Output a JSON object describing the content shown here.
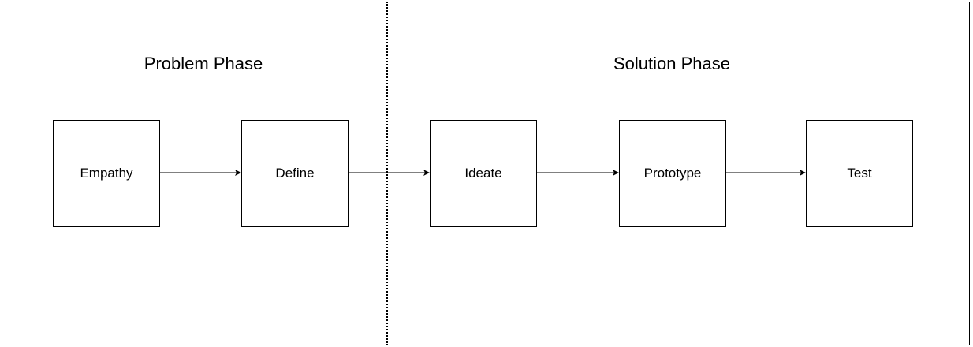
{
  "phases": {
    "problem": "Problem Phase",
    "solution": "Solution Phase"
  },
  "nodes": {
    "empathy": "Empathy",
    "define": "Define",
    "ideate": "Ideate",
    "prototype": "Prototype",
    "test": "Test"
  },
  "flow": [
    [
      "empathy",
      "define"
    ],
    [
      "define",
      "ideate"
    ],
    [
      "ideate",
      "prototype"
    ],
    [
      "prototype",
      "test"
    ]
  ],
  "colors": {
    "stroke": "#000000",
    "background": "#ffffff"
  }
}
